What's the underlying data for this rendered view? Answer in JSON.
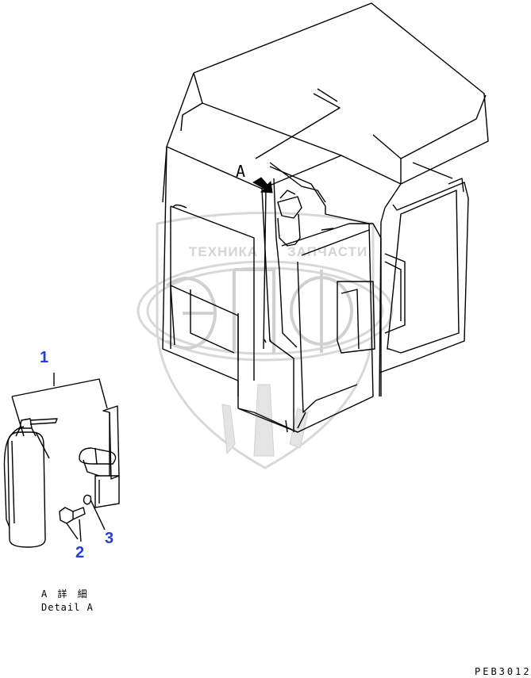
{
  "diagram": {
    "view_label": "A",
    "detail_caption_jp": "A 詳 細",
    "detail_caption_en": "Detail A",
    "drawing_code": "PEB3012",
    "callouts": [
      {
        "id": "1",
        "part": "fire-extinguisher"
      },
      {
        "id": "2",
        "part": "bolt"
      },
      {
        "id": "3",
        "part": "washer"
      }
    ]
  },
  "watermark": {
    "word_left": "ТЕХНИКА",
    "word_right": "ЗАПЧАСТИ",
    "logo": "ЭПФ"
  },
  "colors": {
    "callout": "#1f3fd6",
    "line": "#000000",
    "watermark": "#d4d4d4"
  }
}
